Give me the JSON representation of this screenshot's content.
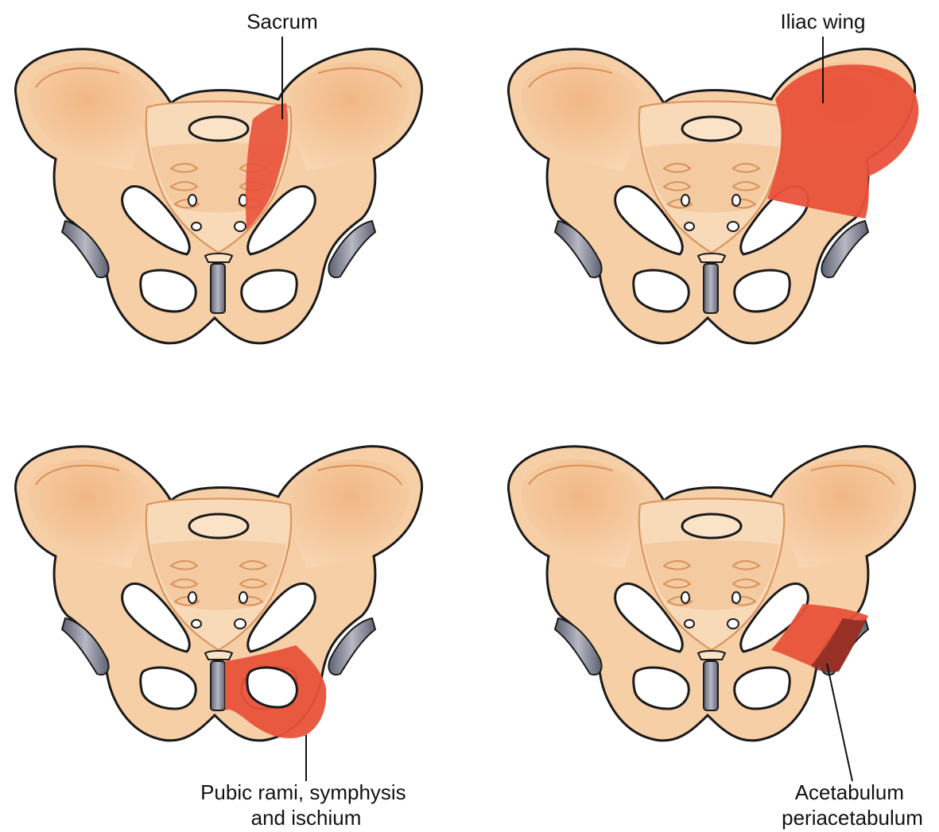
{
  "panels": [
    {
      "id": "sacrum",
      "label_lines": [
        "Sacrum"
      ]
    },
    {
      "id": "iliac-wing",
      "label_lines": [
        "Iliac wing"
      ]
    },
    {
      "id": "pubic",
      "label_lines": [
        "Pubic rami, symphysis",
        "and ischium"
      ]
    },
    {
      "id": "acetabulum",
      "label_lines": [
        "Acetabulum",
        "periacetabulum"
      ]
    }
  ],
  "colors": {
    "bone": "#f6cfa7",
    "bone_light": "#fbe3c8",
    "bone_outline": "#1a1a1a",
    "bone_detail": "#d9915a",
    "cartilage": "#7b7f8c",
    "highlight": "#e8523a",
    "highlight_dark": "#8a2a22"
  }
}
